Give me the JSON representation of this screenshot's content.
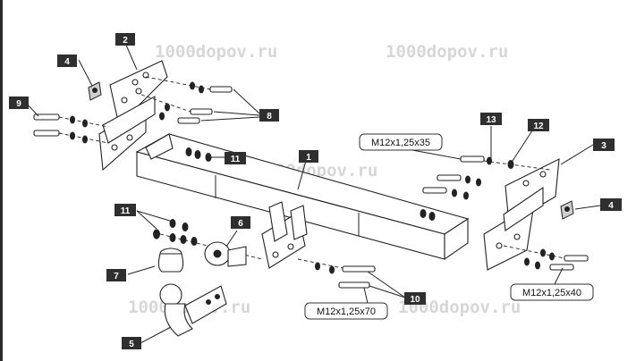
{
  "watermark": "1000dopov.ru",
  "callouts": [
    {
      "id": "c1",
      "label": "1"
    },
    {
      "id": "c2",
      "label": "2"
    },
    {
      "id": "c3",
      "label": "3"
    },
    {
      "id": "c4a",
      "label": "4"
    },
    {
      "id": "c4b",
      "label": "4"
    },
    {
      "id": "c5",
      "label": "5"
    },
    {
      "id": "c6",
      "label": "6"
    },
    {
      "id": "c7",
      "label": "7"
    },
    {
      "id": "c8",
      "label": "8"
    },
    {
      "id": "c9",
      "label": "9"
    },
    {
      "id": "c10",
      "label": "10"
    },
    {
      "id": "c11a",
      "label": "11"
    },
    {
      "id": "c11b",
      "label": "11"
    },
    {
      "id": "c12",
      "label": "12"
    },
    {
      "id": "c13",
      "label": "13"
    }
  ],
  "specs": {
    "top": "M12x1,25x35",
    "right": "M12x1,25x40",
    "bottom": "M12x1,25x70"
  }
}
